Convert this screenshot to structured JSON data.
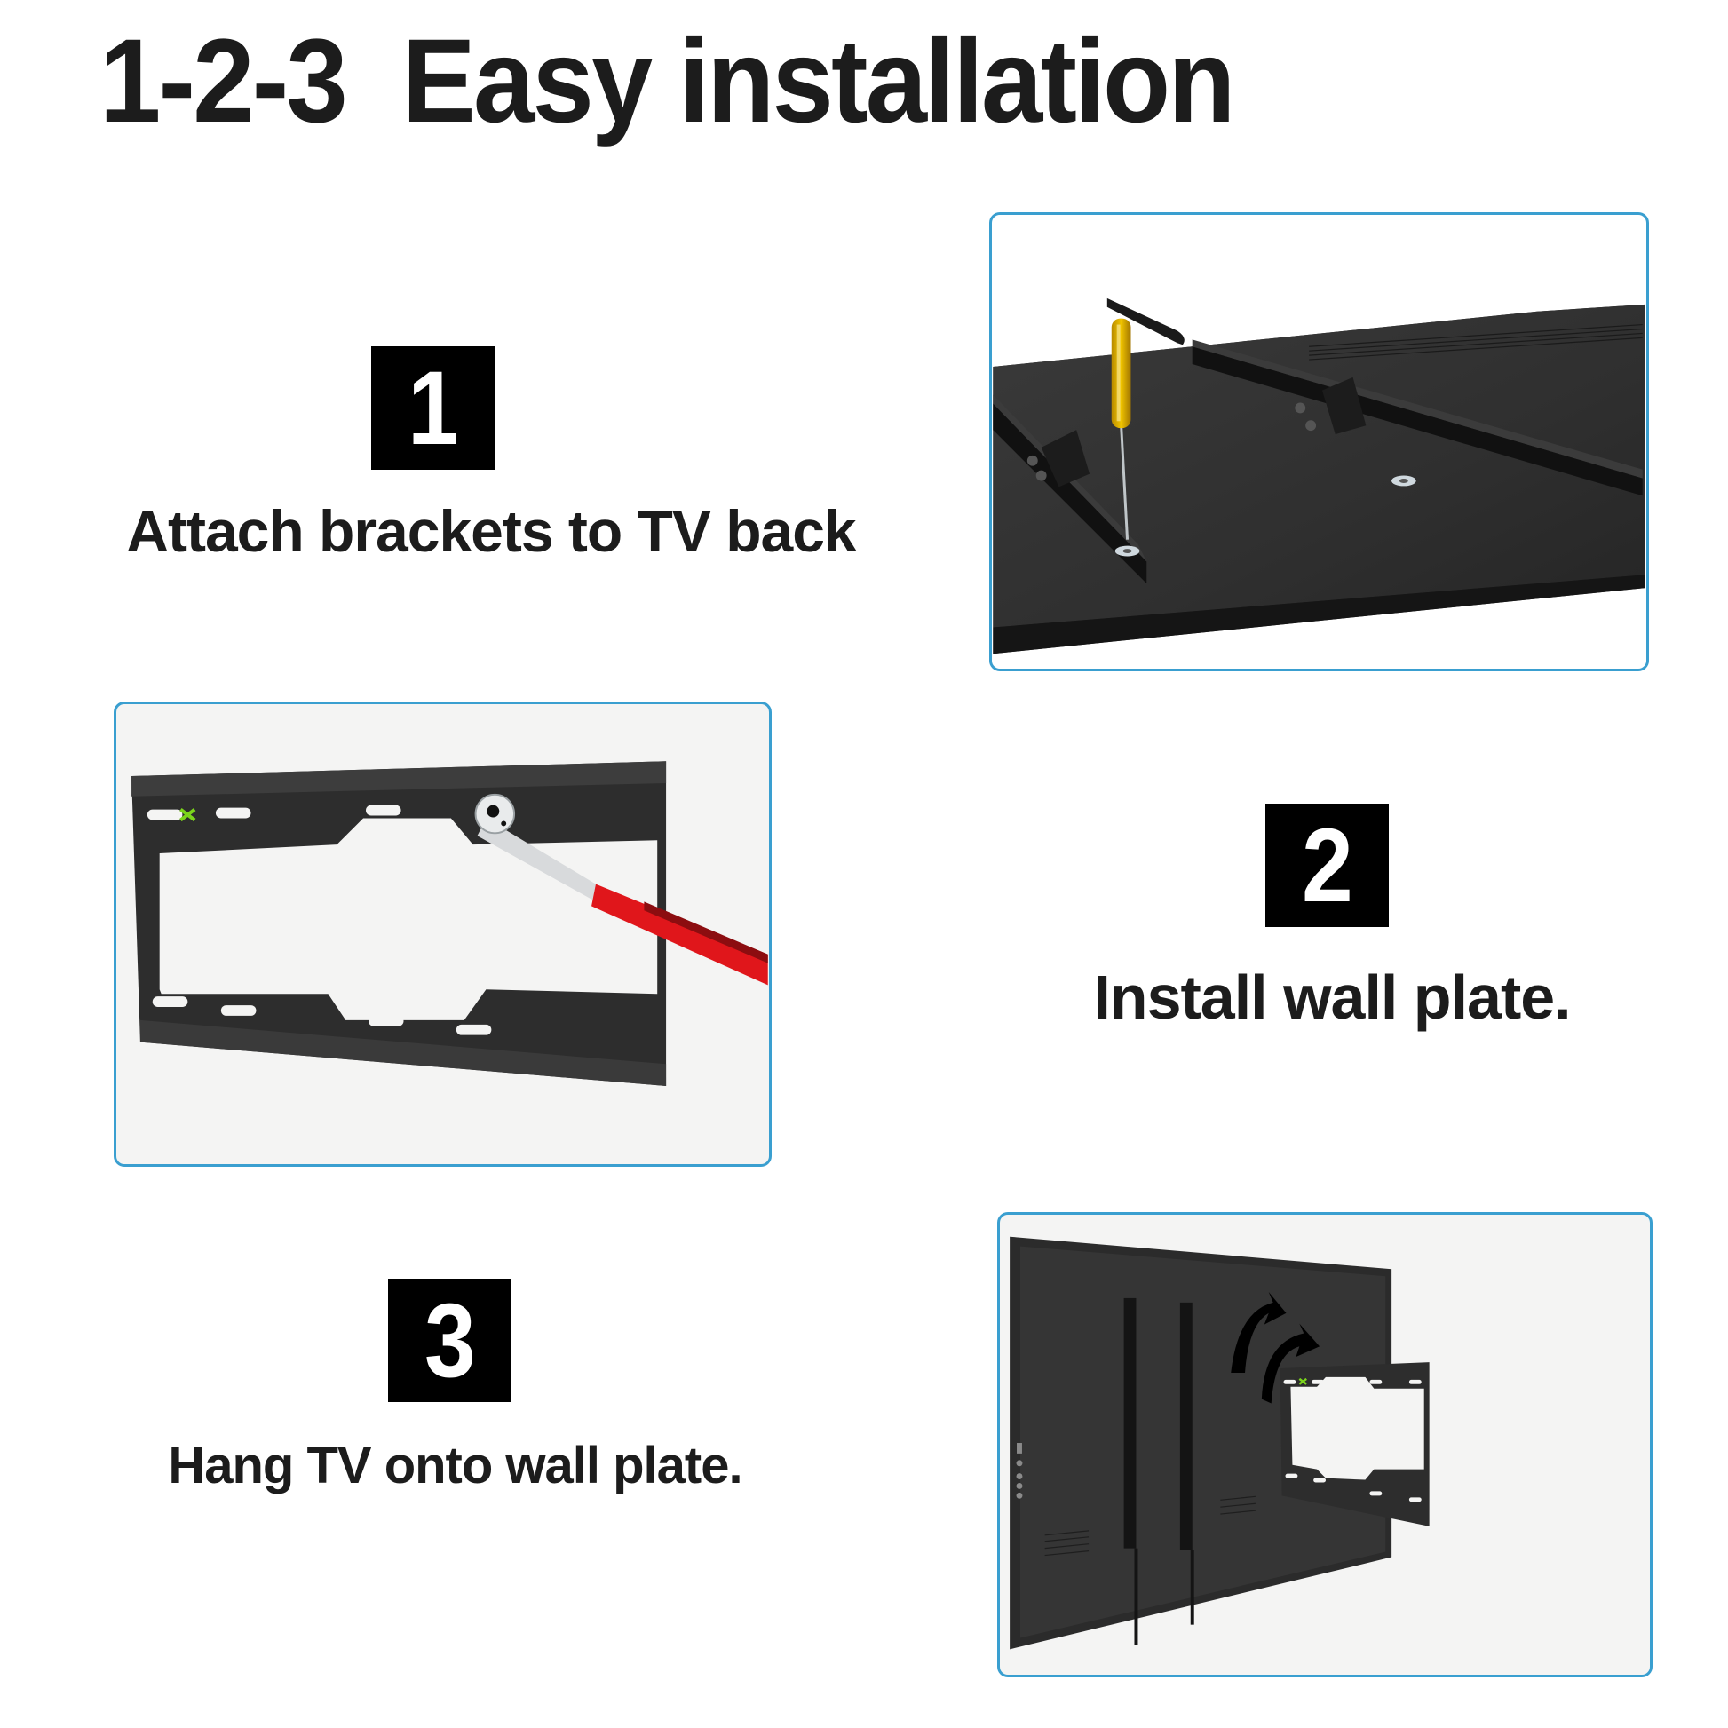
{
  "page": {
    "title": "1-2-3  Easy installation"
  },
  "steps": [
    {
      "number": "1",
      "label": "Attach brackets to TV back",
      "illustration": "screwdriver attaching vertical brackets to back of TV lying flat"
    },
    {
      "number": "2",
      "label": "Install wall plate.",
      "illustration": "ratchet wrench fastening wall plate bolt"
    },
    {
      "number": "3",
      "label": "Hang TV onto wall plate.",
      "illustration": "TV back with brackets and curved arrows pointing to wall plate"
    }
  ],
  "colors": {
    "text": "#1c1c1c",
    "badge_bg": "#000000",
    "badge_text": "#ffffff",
    "panel_border": "#3a9fd0",
    "panel_bg": "#f4f4f3",
    "metal_dark": "#2e2e2e",
    "screwdriver_handle": "#d9a900",
    "wrench_handle": "#e0161b",
    "brand_logo": "#7bd41c"
  }
}
